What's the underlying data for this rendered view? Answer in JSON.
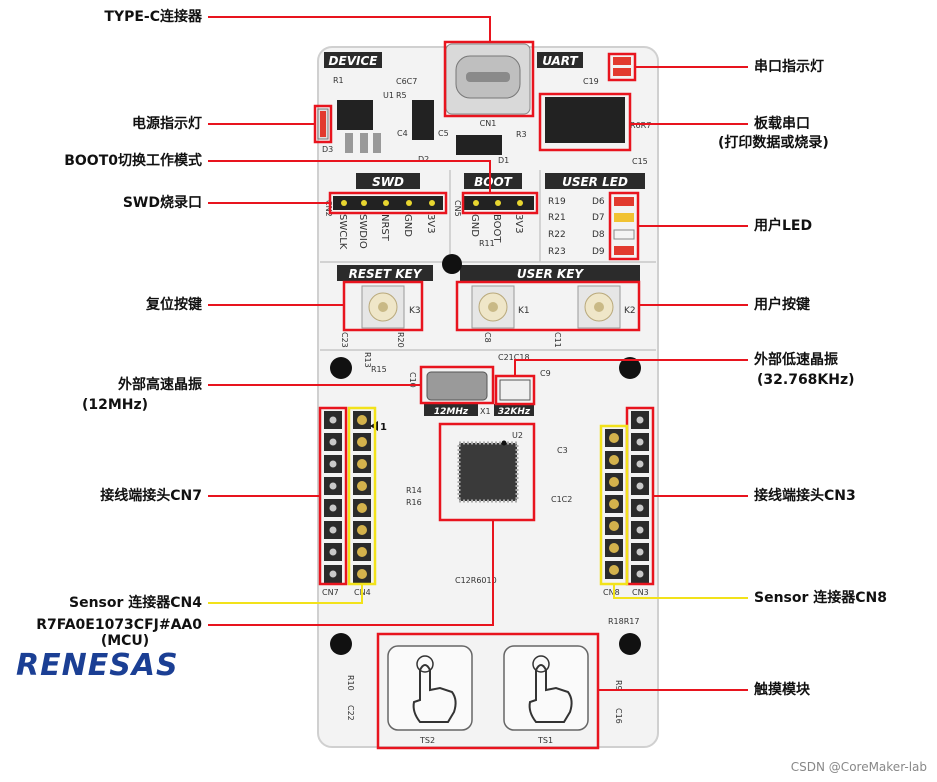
{
  "callouts_left": [
    {
      "id": "typec",
      "text": "TYPE-C连接器"
    },
    {
      "id": "power_led",
      "text": "电源指示灯"
    },
    {
      "id": "boot0",
      "text": "BOOT0切换工作模式"
    },
    {
      "id": "swd",
      "text": "SWD烧录口"
    },
    {
      "id": "reset",
      "text": "复位按键"
    },
    {
      "id": "hse1",
      "text": "外部高速晶振"
    },
    {
      "id": "hse2",
      "text": "(12MHz)"
    },
    {
      "id": "cn7",
      "text": "接线端接头CN7"
    },
    {
      "id": "cn4",
      "text": "Sensor 连接器CN4"
    },
    {
      "id": "mcu1",
      "text": "R7FA0E1073CFJ#AA0"
    },
    {
      "id": "mcu2",
      "text": "(MCU)"
    }
  ],
  "callouts_right": [
    {
      "id": "uart_led",
      "text": "串口指示灯"
    },
    {
      "id": "uart1",
      "text": "板载串口"
    },
    {
      "id": "uart2",
      "text": "(打印数据或烧录)"
    },
    {
      "id": "user_led",
      "text": "用户LED"
    },
    {
      "id": "user_key",
      "text": "用户按键"
    },
    {
      "id": "lse1",
      "text": "外部低速晶振"
    },
    {
      "id": "lse2",
      "text": "(32.768KHz)"
    },
    {
      "id": "cn3",
      "text": "接线端接头CN3"
    },
    {
      "id": "cn8",
      "text": "Sensor 连接器CN8"
    },
    {
      "id": "touch",
      "text": "触摸模块"
    }
  ],
  "board_labels": {
    "device": "DEVICE",
    "uart": "UART",
    "swd": "SWD",
    "boot": "BOOT",
    "user_led": "USER LED",
    "reset_key": "RESET KEY",
    "user_key": "USER KEY",
    "xtal_hi": "12MHz",
    "xtal_lo": "32KHz",
    "cn1": "CN1",
    "u1": "U1",
    "u2": "U2",
    "r1": "R1",
    "r5": "R5",
    "c6c7": "C6C7",
    "c19": "C19",
    "d3": "D3",
    "d2": "D2",
    "d1": "D1",
    "c4": "C4",
    "c5": "C5",
    "r3": "R3",
    "c15": "C15",
    "r6r7": "R6R7",
    "cn2": "CN2",
    "cn5": "CN5",
    "swd_pins": [
      "SWCLK",
      "SWDIO",
      "NRST",
      "GND",
      "3V3"
    ],
    "boot_pins": [
      "GND",
      "BOOT",
      "3V3"
    ],
    "r11": "R11",
    "led_rows": [
      {
        "r": "R19",
        "d": "D6"
      },
      {
        "r": "R21",
        "d": "D7"
      },
      {
        "r": "R22",
        "d": "D8"
      },
      {
        "r": "R23",
        "d": "D9"
      }
    ],
    "k3": "K3",
    "k1": "K1",
    "k2": "K2",
    "c23": "C23",
    "r20": "R20",
    "c8": "C8",
    "c11": "C11",
    "r13": "R13",
    "r15": "R15",
    "c10": "C10",
    "x1": "X1",
    "c21c18": "C21C18",
    "c9": "C9",
    "r14": "R14",
    "r16": "R16",
    "pin1": "1",
    "c3": "C3",
    "c1c2": "C1C2",
    "c12r6010": "C12R6010",
    "cn7": "CN7",
    "cn4": "CN4",
    "cn8": "CN8",
    "cn3": "CN3",
    "r18r17": "R18R17",
    "r10": "R10",
    "c22": "C22",
    "r9": "R9",
    "c16": "C16",
    "ts2": "TS2",
    "ts1": "TS1"
  },
  "brand": "RENESAS",
  "watermark": "CSDN @CoreMaker-lab",
  "colors": {
    "callout_red": "#e8141e",
    "callout_yellow": "#f2e21a",
    "board": "#f3f3f3",
    "silk": "#303030",
    "logo": "#1b3f94"
  }
}
